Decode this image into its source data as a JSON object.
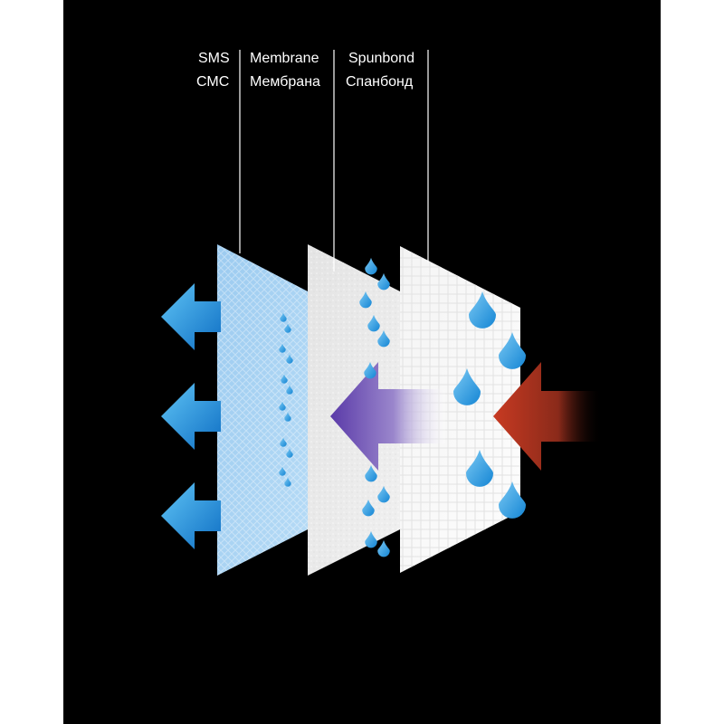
{
  "labels": {
    "sms_en": "SMS",
    "sms_ru": "СМС",
    "membrane_en": "Membrane",
    "membrane_ru": "Мембрана",
    "spunbond_en": "Spunbond",
    "spunbond_ru": "Спанбонд"
  },
  "colors": {
    "background": "#000000",
    "sms_layer": "#a8d2f2",
    "membrane_layer": "#e9e9e9",
    "spunbond_layer": "#f8f8f8",
    "outflow_arrows": "#1e90e0",
    "inflow_arrow": "#b03020",
    "transfer_arrow": "#6a4aa8",
    "droplets": "#2a9ee0"
  },
  "icons": [
    "water-droplet-icon",
    "arrow-left-icon"
  ]
}
